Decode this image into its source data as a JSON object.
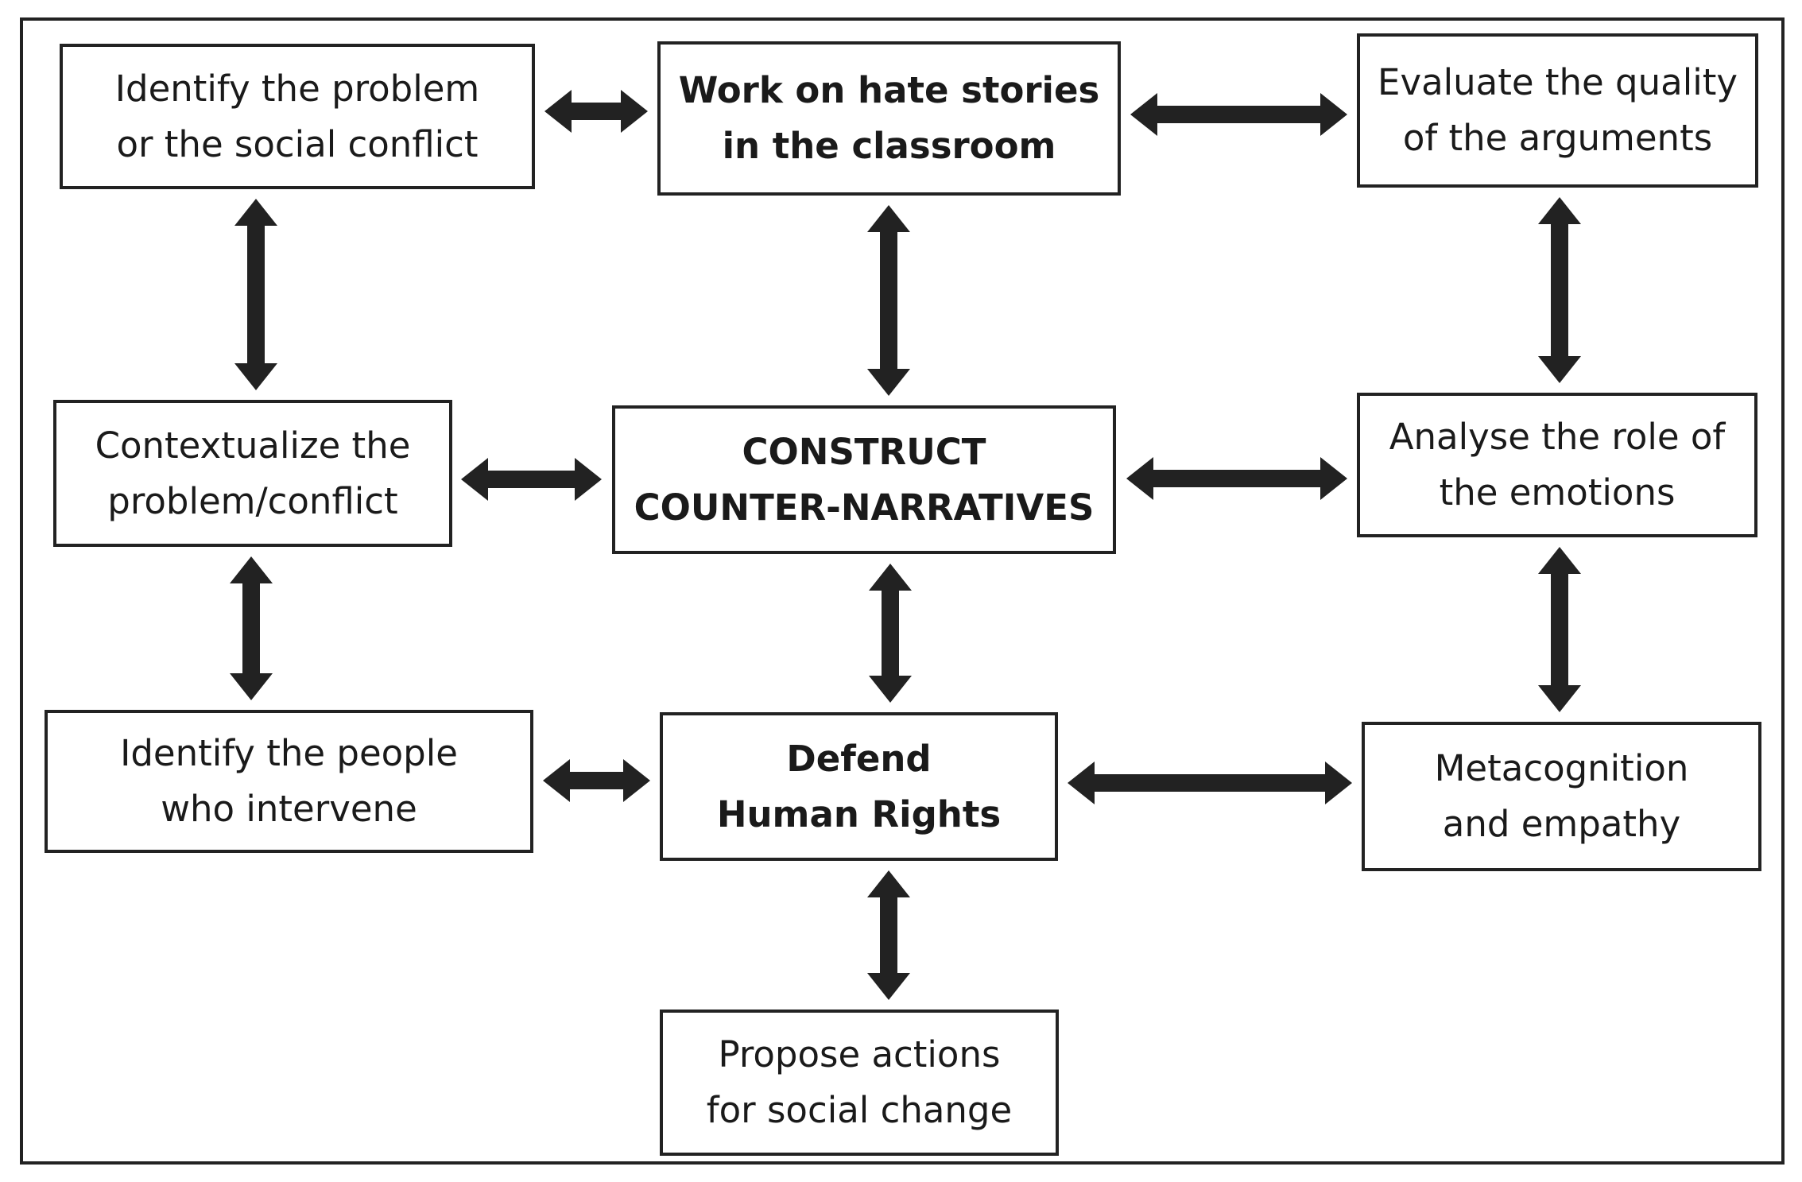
{
  "diagram": {
    "boxes": [
      {
        "id": "identify-problem",
        "lines": [
          "Identify the problem",
          "or the social conflict"
        ],
        "bold": false
      },
      {
        "id": "work-hate-stories",
        "lines": [
          "Work on hate stories",
          "in the classroom"
        ],
        "bold": true
      },
      {
        "id": "evaluate-arguments",
        "lines": [
          "Evaluate the quality",
          "of the arguments"
        ],
        "bold": false
      },
      {
        "id": "contextualize",
        "lines": [
          "Contextualize the",
          "problem/conflict"
        ],
        "bold": false
      },
      {
        "id": "construct-counter-narratives",
        "lines": [
          "CONSTRUCT",
          "COUNTER-NARRATIVES"
        ],
        "bold": true
      },
      {
        "id": "analyse-emotions",
        "lines": [
          "Analyse the role of",
          "the emotions"
        ],
        "bold": false
      },
      {
        "id": "identify-people",
        "lines": [
          "Identify the people",
          "who intervene"
        ],
        "bold": false
      },
      {
        "id": "defend-human-rights",
        "lines": [
          "Defend",
          "Human Rights"
        ],
        "bold": true
      },
      {
        "id": "metacognition-empathy",
        "lines": [
          "Metacognition",
          "and empathy"
        ],
        "bold": false
      },
      {
        "id": "propose-actions",
        "lines": [
          "Propose actions",
          "for social change"
        ],
        "bold": false
      }
    ],
    "connections": [
      {
        "from": "identify-problem",
        "to": "work-hate-stories",
        "direction": "both"
      },
      {
        "from": "work-hate-stories",
        "to": "evaluate-arguments",
        "direction": "both"
      },
      {
        "from": "identify-problem",
        "to": "contextualize",
        "direction": "both"
      },
      {
        "from": "work-hate-stories",
        "to": "construct-counter-narratives",
        "direction": "both"
      },
      {
        "from": "evaluate-arguments",
        "to": "analyse-emotions",
        "direction": "both"
      },
      {
        "from": "contextualize",
        "to": "construct-counter-narratives",
        "direction": "both"
      },
      {
        "from": "construct-counter-narratives",
        "to": "analyse-emotions",
        "direction": "both"
      },
      {
        "from": "contextualize",
        "to": "identify-people",
        "direction": "both"
      },
      {
        "from": "construct-counter-narratives",
        "to": "defend-human-rights",
        "direction": "both"
      },
      {
        "from": "analyse-emotions",
        "to": "metacognition-empathy",
        "direction": "both"
      },
      {
        "from": "identify-people",
        "to": "defend-human-rights",
        "direction": "both"
      },
      {
        "from": "defend-human-rights",
        "to": "metacognition-empathy",
        "direction": "both"
      },
      {
        "from": "defend-human-rights",
        "to": "propose-actions",
        "direction": "both"
      }
    ],
    "colors": {
      "stroke": "#222222",
      "text": "#1a1a1a",
      "background": "#ffffff"
    }
  }
}
